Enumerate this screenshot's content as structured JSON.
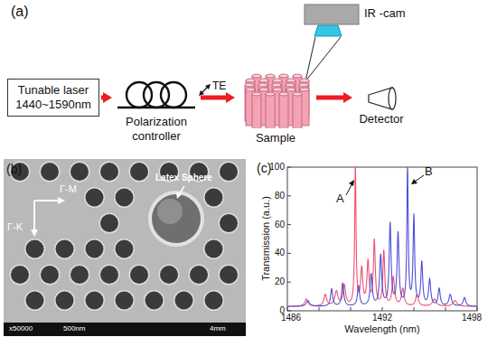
{
  "diagram": {
    "nodes": [
      {
        "text": [
          "Tunable laser 1440~1590nm"
        ]
      },
      {
        "text": [
          "Polarization controller"
        ]
      },
      {
        "text": [
          "IR -cam"
        ]
      },
      {
        "text": [
          "Sample"
        ]
      },
      {
        "text": [
          "Detector"
        ]
      }
    ],
    "edges": [
      {
        "from": 0,
        "to": 1,
        "arrow": "to"
      },
      {
        "from": 1,
        "to": 3,
        "arrow": "to"
      },
      {
        "from": 3,
        "to": 4,
        "arrow": "to"
      }
    ],
    "labels": [
      "(a)",
      "TE",
      "(b)",
      "Latex Sphere",
      "Γ-M",
      "Γ-K",
      "x50000",
      "500nm",
      "4mm",
      "(c)",
      "Transmission (a.u.)",
      "Wavelength (nm)",
      "A",
      "B",
      "0",
      "20",
      "40",
      "60",
      "80",
      "100",
      "1486",
      "1492",
      "1498"
    ]
  }
}
